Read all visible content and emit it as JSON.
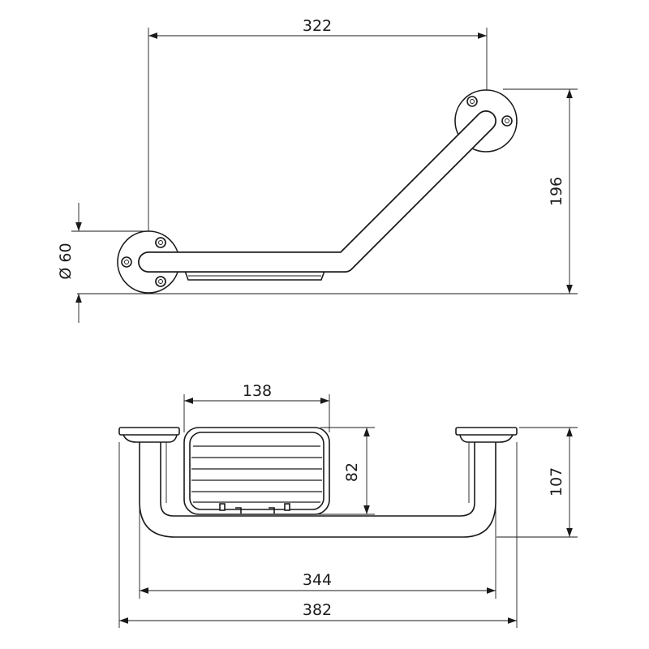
{
  "top_view": {
    "width_dim": "322",
    "height_dim": "196",
    "diameter_symbol": "Ø",
    "diameter_value": "60"
  },
  "front_view": {
    "tray_width_dim": "138",
    "tray_height_dim": "82",
    "overall_height_dim": "107",
    "inner_width_dim": "344",
    "overall_width_dim": "382"
  }
}
